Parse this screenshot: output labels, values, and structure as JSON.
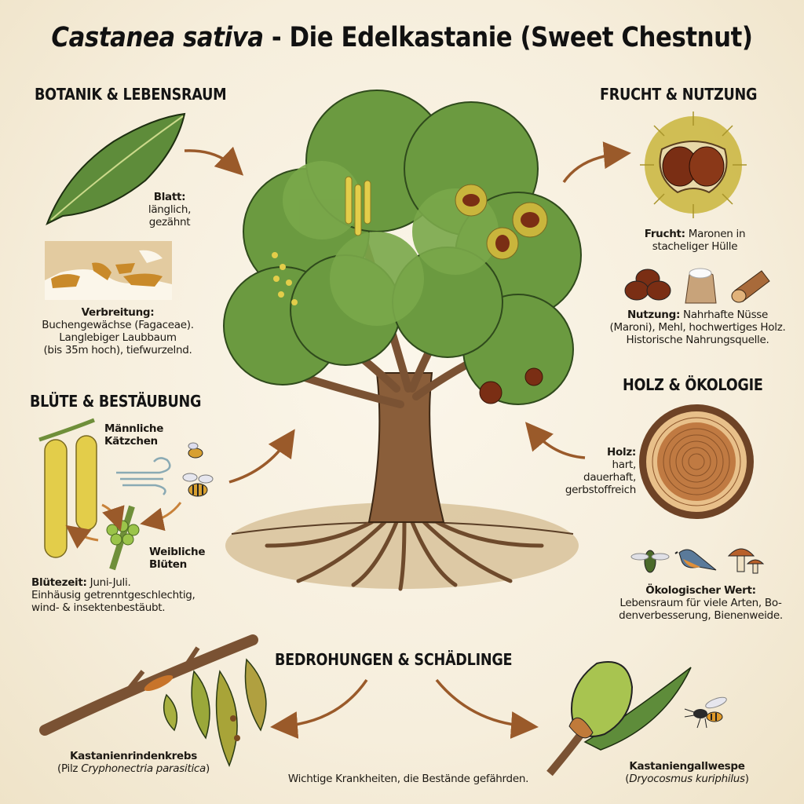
{
  "title": {
    "scientific_name": "Castanea sativa",
    "separator": " - ",
    "common_name": "Die Edelkastanie (Sweet Chestnut)"
  },
  "colors": {
    "background": "#f6eedc",
    "arrow": "#9a5a2a",
    "foliage": "#5e8c3a",
    "foliage_dark": "#3f6b28",
    "trunk": "#7a5233",
    "chestnut": "#7a2e14",
    "spiny_husk": "#c9b53c",
    "catkin": "#e3cd4a",
    "soil": "#d8c29a",
    "map_range": "#c98a2a"
  },
  "sections": {
    "botanik": {
      "heading": "BOTANIK & LEBENSRAUM",
      "leaf_label": "Blatt:",
      "leaf_desc_1": "länglich,",
      "leaf_desc_2": "gezähnt",
      "map_icon": "mediterranean-distribution-map",
      "distribution_label": "Verbreitung:",
      "distribution_line_1": "Buchengewächse (Fagaceae).",
      "distribution_line_2": "Langlebiger Laubbaum",
      "distribution_line_3": "(bis 35m hoch), tiefwurzelnd."
    },
    "bluete": {
      "heading": "BLÜTE & BESTÄUBUNG",
      "male_label_1": "Männliche",
      "male_label_2": "Kätzchen",
      "female_label_1": "Weibliche",
      "female_label_2": "Blüten",
      "time_label": "Blütezeit:",
      "time_value": " Juni-Juli.",
      "desc_line_1": "Einhäusig getrenntgeschlechtig,",
      "desc_line_2": "wind- & insektenbestäubt.",
      "icons": [
        "catkin-icon",
        "wind-icon",
        "bee-icon",
        "female-flower-icon"
      ]
    },
    "frucht": {
      "heading": "FRUCHT & NUTZUNG",
      "fruit_label": "Frucht:",
      "fruit_value_1": " Maronen in",
      "fruit_value_2": "stacheliger Hülle",
      "icons": [
        "chestnuts-icon",
        "flour-sack-icon",
        "log-icon"
      ],
      "use_label": "Nutzung:",
      "use_value_1": " Nahrhafte Nüsse",
      "use_value_2": "(Maroni), Mehl, hochwertiges Holz.",
      "use_value_3": "Historische Nahrungsquelle."
    },
    "holz": {
      "heading": "HOLZ & ÖKOLOGIE",
      "wood_label": "Holz:",
      "wood_value_1": "hart,",
      "wood_value_2": "dauerhaft,",
      "wood_value_3": "gerbstoffreich",
      "icons": [
        "beetle-icon",
        "bird-icon",
        "mushroom-icon"
      ],
      "eco_label": "Ökologischer Wert:",
      "eco_value_1": "Lebensraum für viele Arten, Bo-",
      "eco_value_2": "denverbesserung, Bienenweide."
    },
    "bedrohungen": {
      "heading": "BEDROHUNGEN & SCHÄDLINGE",
      "summary": "Wichtige Krankheiten, die Bestände gefährden.",
      "threat_1_name": "Kastanienrindenkrebs",
      "threat_1_prefix": "(Pilz ",
      "threat_1_sci": "Cryphonectria parasitica",
      "threat_1_suffix": ")",
      "threat_2_name": "Kastaniengallwespe",
      "threat_2_prefix": "(",
      "threat_2_sci": "Dryocosmus kuriphilus",
      "threat_2_suffix": ")"
    }
  }
}
